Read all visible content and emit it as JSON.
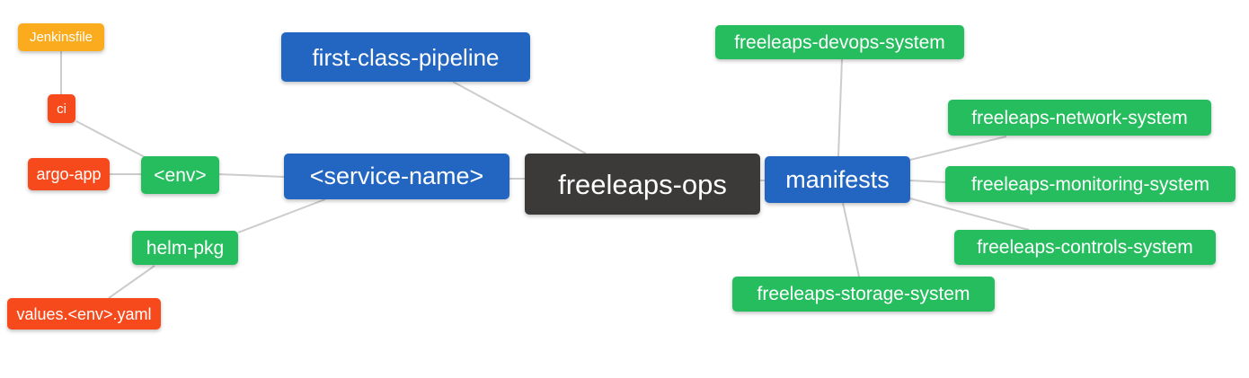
{
  "diagram": {
    "type": "mindmap",
    "root_label": "freeleaps-ops"
  },
  "palette": {
    "blue": "#2266c2",
    "green": "#25bd5e",
    "red": "#f74a1c",
    "orange": "#fbab1e",
    "dark": "#3b3a39",
    "edge_line": "#cccccc",
    "node_text": "#ffffff"
  },
  "nodes": {
    "root": {
      "label": "freeleaps-ops",
      "color": "dark"
    },
    "first_class_pipeline": {
      "label": "first-class-pipeline",
      "color": "blue"
    },
    "service_name": {
      "label": "<service-name>",
      "color": "blue"
    },
    "manifests": {
      "label": "manifests",
      "color": "blue"
    },
    "env": {
      "label": "<env>",
      "color": "green"
    },
    "helm_pkg": {
      "label": "helm-pkg",
      "color": "green"
    },
    "ci": {
      "label": "ci",
      "color": "red"
    },
    "argo_app": {
      "label": "argo-app",
      "color": "red"
    },
    "values_env_yaml": {
      "label": "values.<env>.yaml",
      "color": "red"
    },
    "jenkinsfile": {
      "label": "Jenkinsfile",
      "color": "orange"
    },
    "devops_system": {
      "label": "freeleaps-devops-system",
      "color": "green"
    },
    "network_system": {
      "label": "freeleaps-network-system",
      "color": "green"
    },
    "monitoring_system": {
      "label": "freeleaps-monitoring-system",
      "color": "green"
    },
    "controls_system": {
      "label": "freeleaps-controls-system",
      "color": "green"
    },
    "storage_system": {
      "label": "freeleaps-storage-system",
      "color": "green"
    }
  },
  "edges": [
    {
      "from": "jenkinsfile",
      "to": "ci"
    },
    {
      "from": "ci",
      "to": "env"
    },
    {
      "from": "argo_app",
      "to": "env"
    },
    {
      "from": "env",
      "to": "service_name"
    },
    {
      "from": "helm_pkg",
      "to": "service_name"
    },
    {
      "from": "values_env_yaml",
      "to": "helm_pkg"
    },
    {
      "from": "first_class_pipeline",
      "to": "root"
    },
    {
      "from": "service_name",
      "to": "root"
    },
    {
      "from": "root",
      "to": "manifests"
    },
    {
      "from": "manifests",
      "to": "devops_system"
    },
    {
      "from": "manifests",
      "to": "network_system"
    },
    {
      "from": "manifests",
      "to": "monitoring_system"
    },
    {
      "from": "manifests",
      "to": "controls_system"
    },
    {
      "from": "manifests",
      "to": "storage_system"
    }
  ]
}
